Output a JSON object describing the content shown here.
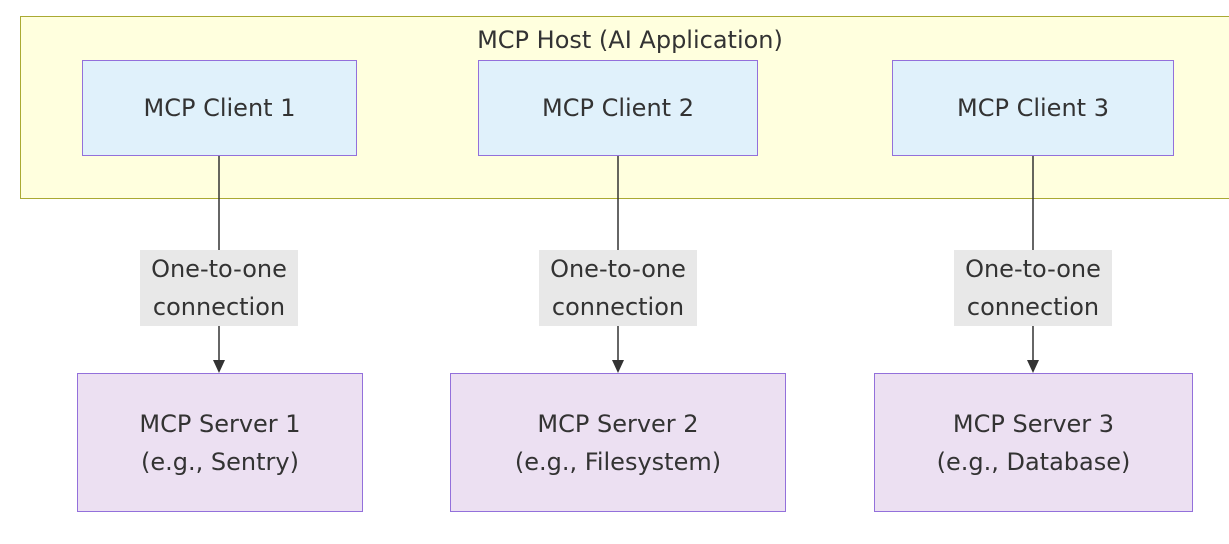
{
  "host": {
    "title": "MCP Host (AI Application)"
  },
  "clients": [
    {
      "label": "MCP Client 1"
    },
    {
      "label": "MCP Client 2"
    },
    {
      "label": "MCP Client 3"
    }
  ],
  "connections": [
    {
      "line1": "One-to-one",
      "line2": "connection"
    },
    {
      "line1": "One-to-one",
      "line2": "connection"
    },
    {
      "line1": "One-to-one",
      "line2": "connection"
    }
  ],
  "servers": [
    {
      "line1": "MCP Server 1",
      "line2": "(e.g., Sentry)"
    },
    {
      "line1": "MCP Server 2",
      "line2": "(e.g., Filesystem)"
    },
    {
      "line1": "MCP Server 3",
      "line2": "(e.g., Database)"
    }
  ],
  "colors": {
    "host_fill": "#ffffde",
    "host_border": "#aaaa33",
    "client_fill": "#e0f1fb",
    "server_fill": "#ece0f2",
    "node_border": "#9370db",
    "edge_label_bg": "#e8e8e8",
    "edge_stroke": "#333333"
  }
}
